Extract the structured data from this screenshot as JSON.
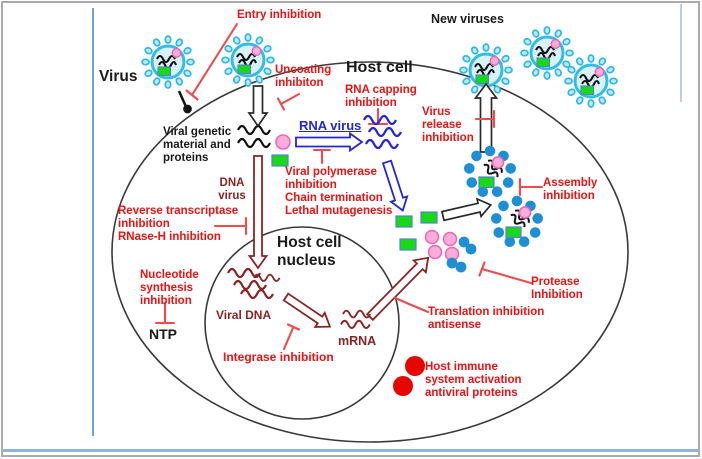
{
  "labels": {
    "virus": "Virus",
    "host_cell": "Host cell",
    "new_viruses": "New viruses",
    "host_cell_nucleus": "Host cell\nnucleus",
    "viral_genetic": "Viral genetic\nmaterial and\nproteins",
    "dna_virus": "DNA\nvirus",
    "rna_virus": "RNA virus",
    "viral_dna": "Viral DNA",
    "mrna": "mRNA",
    "ntp": "NTP"
  },
  "inhibitions": {
    "entry": "Entry inhibition",
    "uncoating": "Uncoating\ninhibiton",
    "rna_capping": "RNA capping\ninhibition",
    "virus_release": "Virus\nrelease\ninhibition",
    "polymerase": "Viral polymerase\ninhibition\nChain termination\nLethal mutagenesis",
    "reverse_transcriptase": "Reverse transcriptase\ninhibition\nRNase-H inhibition",
    "nucleotide": "Nucleotide\nsynthesis\ninhibition",
    "integrase": "Integrase inhibition",
    "translation": "Translation inhibition\nantisense",
    "protease": "Protease\nInhibition",
    "assembly": "Assembly\ninhibition",
    "host_immune": "Host immune\nsystem activation\nantiviral proteins"
  },
  "colors": {
    "red": "#ee1212",
    "salmon": "#f04a4a",
    "maroon": "#8b2424",
    "blue": "#2526d6",
    "green": "#17da17",
    "green_edge": "#5a7fd0",
    "pink": "#fbadda",
    "pink_edge": "#ef63b8",
    "dotblue": "#1e8fd5",
    "reddot": "#e60500",
    "cyan": "#2fb9e8",
    "cyanlight": "#d9f1fb",
    "ink": "#1a1a1a",
    "frameblue": "#6fa3d6",
    "framegray": "#ababab"
  }
}
